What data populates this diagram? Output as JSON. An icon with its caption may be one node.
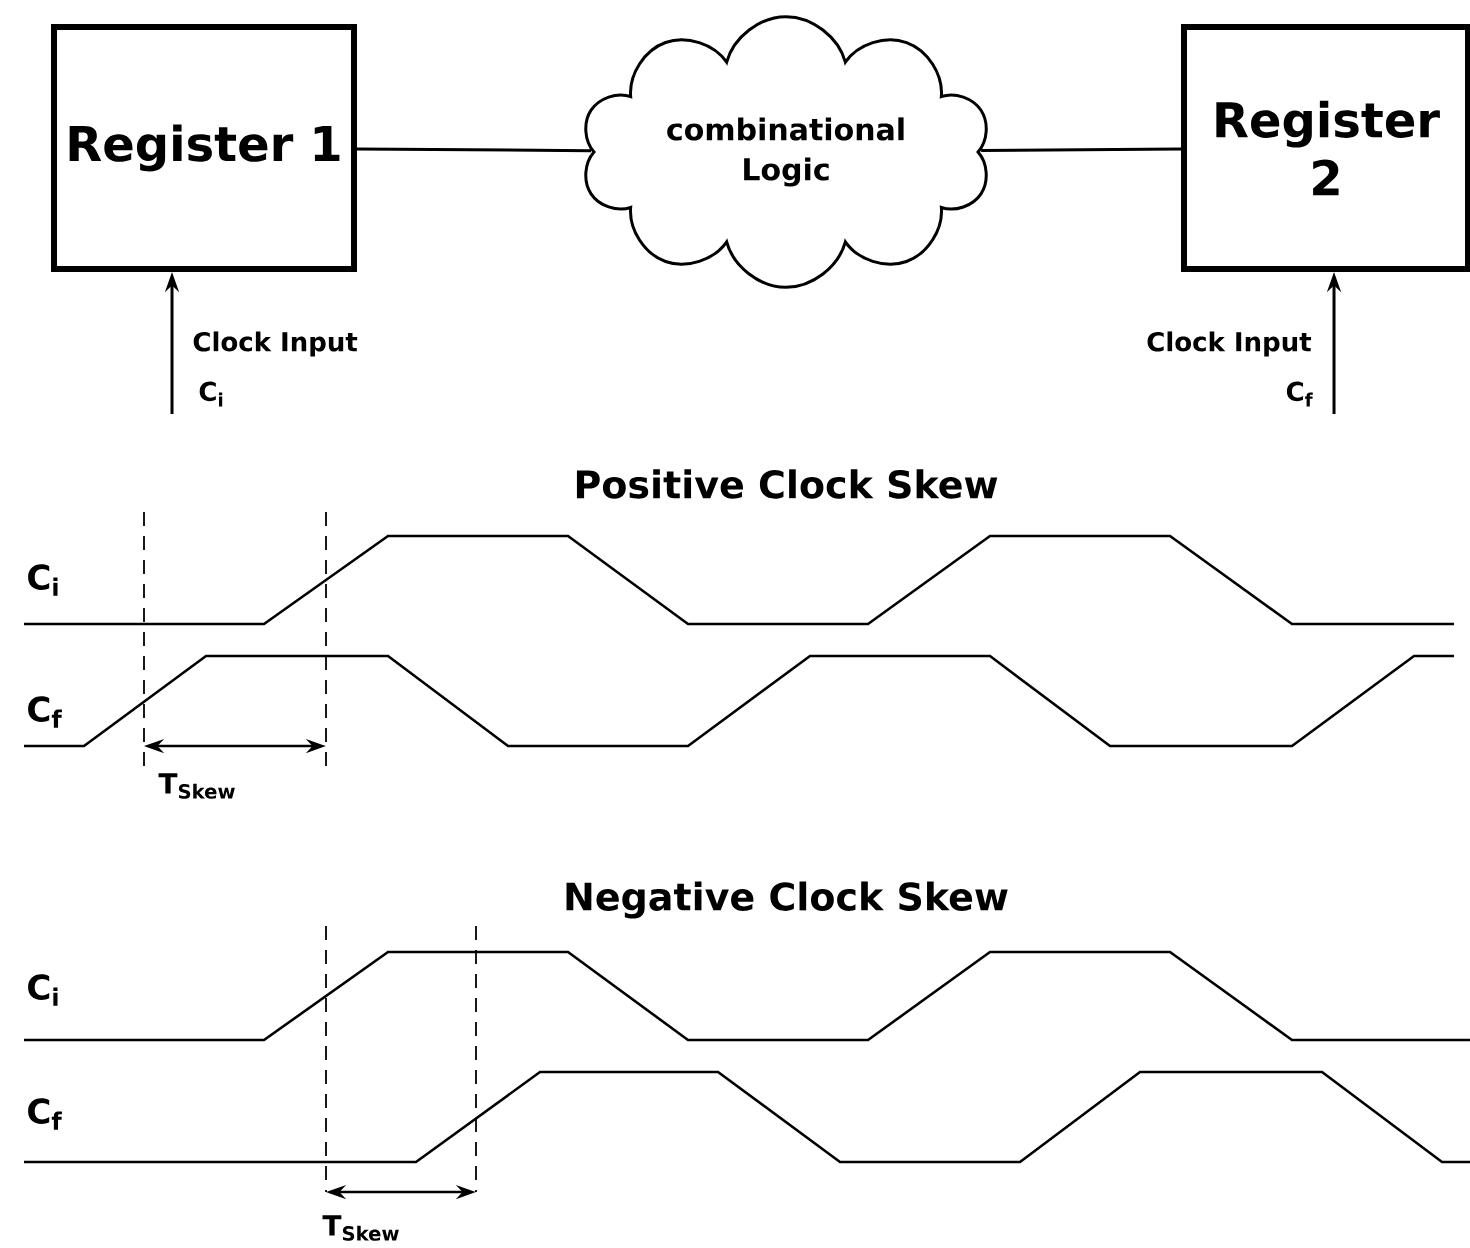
{
  "diagram": {
    "nodes": [
      {
        "text": [
          "Register 1"
        ]
      },
      {
        "text": [
          "combinational Logic"
        ]
      },
      {
        "text": [
          "Register 2"
        ]
      }
    ],
    "edges": [
      {
        "from": 0,
        "to": 1,
        "arrow": "none"
      },
      {
        "from": 1,
        "to": 2,
        "arrow": "none"
      },
      {
        "from": null,
        "to": 0,
        "arrow": "to",
        "label": "Clock Input"
      },
      {
        "from": null,
        "to": 2,
        "arrow": "to",
        "label": "Clock Input"
      }
    ],
    "labels": [
      "C$_{i}$",
      "C$_{f}$",
      "Positive Clock Skew",
      "C$_{i}$",
      "C$_{f}$",
      "T$_{Skew}$",
      "Negative Clock Skew",
      "C$_{i}$",
      "C$_{f}$",
      "T$_{Skew}$"
    ]
  }
}
